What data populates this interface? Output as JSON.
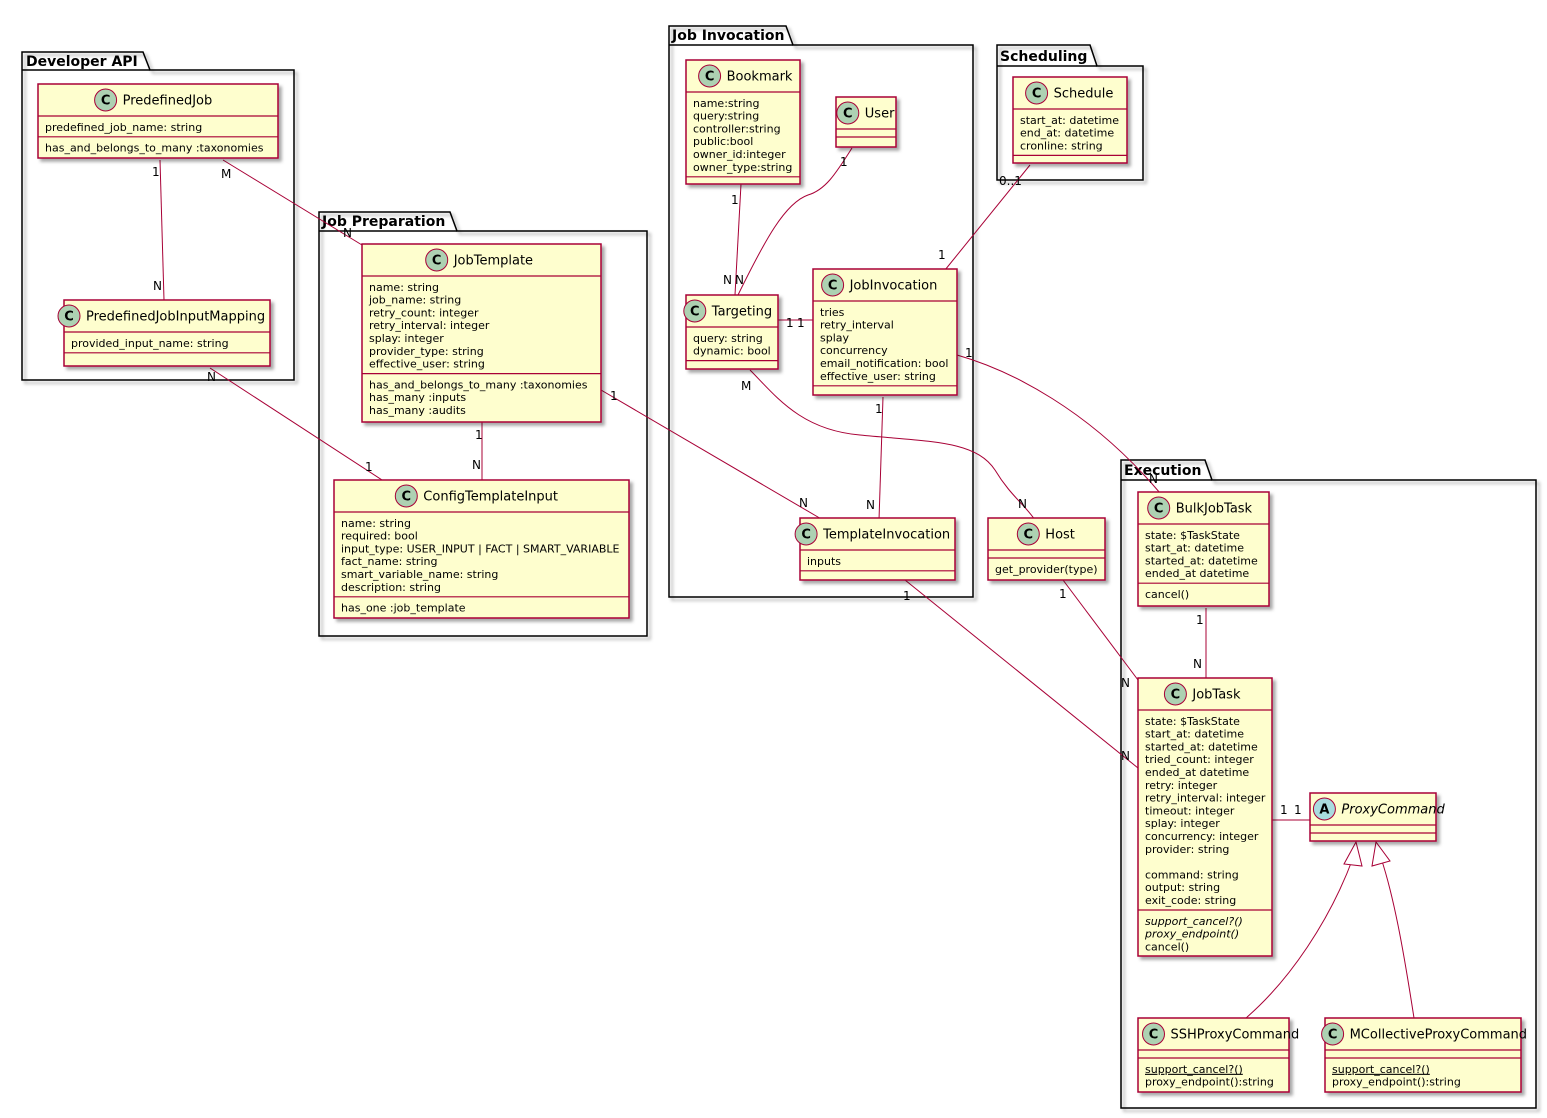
{
  "packages": {
    "developer_api": "Developer API",
    "job_preparation": "Job Preparation",
    "job_invocation": "Job Invocation",
    "scheduling": "Scheduling",
    "execution": "Execution"
  },
  "classes": {
    "predefined_job": {
      "name": "PredefinedJob",
      "attrs": [
        "predefined_job_name: string"
      ],
      "methods": [
        "has_and_belongs_to_many :taxonomies"
      ]
    },
    "predefined_job_input_mapping": {
      "name": "PredefinedJobInputMapping",
      "attrs": [
        "provided_input_name: string"
      ]
    },
    "job_template": {
      "name": "JobTemplate",
      "attrs": [
        "name: string",
        "job_name: string",
        "retry_count: integer",
        "retry_interval: integer",
        "splay: integer",
        "provider_type: string",
        "effective_user: string"
      ],
      "methods": [
        "has_and_belongs_to_many :taxonomies",
        "has_many :inputs",
        "has_many :audits"
      ]
    },
    "config_template_input": {
      "name": "ConfigTemplateInput",
      "attrs": [
        "name: string",
        "required: bool",
        "input_type: USER_INPUT | FACT | SMART_VARIABLE",
        "fact_name: string",
        "smart_variable_name: string",
        "description: string"
      ],
      "methods": [
        "has_one :job_template"
      ]
    },
    "bookmark": {
      "name": "Bookmark",
      "attrs": [
        "name:string",
        "query:string",
        "controller:string",
        "public:bool",
        "owner_id:integer",
        "owner_type:string"
      ]
    },
    "user": {
      "name": "User"
    },
    "targeting": {
      "name": "Targeting",
      "attrs": [
        "query: string",
        "dynamic: bool"
      ]
    },
    "job_invocation": {
      "name": "JobInvocation",
      "attrs": [
        "tries",
        "retry_interval",
        "splay",
        "concurrency",
        "email_notification: bool",
        "effective_user: string"
      ]
    },
    "template_invocation": {
      "name": "TemplateInvocation",
      "attrs": [
        "inputs"
      ]
    },
    "schedule": {
      "name": "Schedule",
      "attrs": [
        "start_at: datetime",
        "end_at: datetime",
        "cronline: string"
      ]
    },
    "host": {
      "name": "Host",
      "methods": [
        "get_provider(type)"
      ]
    },
    "bulk_job_task": {
      "name": "BulkJobTask",
      "attrs": [
        "state: $TaskState",
        "start_at: datetime",
        "started_at: datetime",
        "ended_at datetime"
      ],
      "methods": [
        "cancel()"
      ]
    },
    "job_task": {
      "name": "JobTask",
      "attrs": [
        "state: $TaskState",
        "start_at: datetime",
        "started_at: datetime",
        "tried_count: integer",
        "ended_at datetime",
        "retry: integer",
        "retry_interval: integer",
        "timeout: integer",
        "splay: integer",
        "concurrency: integer",
        "provider: string",
        "",
        "command: string",
        "output: string",
        "exit_code: string"
      ],
      "methods": [
        "support_cancel?()",
        "proxy_endpoint()",
        "cancel()"
      ]
    },
    "proxy_command": {
      "name": "ProxyCommand"
    },
    "ssh_proxy_command": {
      "name": "SSHProxyCommand",
      "methods": [
        "support_cancel?()",
        "proxy_endpoint():string"
      ]
    },
    "mcollective_proxy_command": {
      "name": "MCollectiveProxyCommand",
      "methods": [
        "support_cancel?()",
        "proxy_endpoint():string"
      ]
    }
  },
  "multiplicities": {
    "pj_pjim_a": "1",
    "pj_pjim_b": "N",
    "pj_jt_a": "M",
    "pj_jt_b": "N",
    "pjim_cti_a": "N",
    "pjim_cti_b": "1",
    "jt_cti_a": "1",
    "jt_cti_b": "N",
    "jt_ti_a": "1",
    "jt_ti_b": "N",
    "bm_tg_a": "1",
    "bm_tg_b": "N",
    "us_tg_a": "1",
    "us_tg_b": "N",
    "tg_ji_a": "1",
    "tg_ji_b": "1",
    "sc_ji_a": "0..1",
    "sc_ji_b": "1",
    "ji_ti_a": "1",
    "ji_ti_b": "N",
    "tg_host_a": "M",
    "tg_host_b": "N",
    "ji_bjt_a": "1",
    "ji_bjt_b": "N",
    "ti_jt_a": "1",
    "ti_jt_b": "N",
    "host_jt_a": "1",
    "host_jt_b": "N",
    "bjt_jt_a": "1",
    "bjt_jt_b": "N",
    "jt_pc_a": "1",
    "jt_pc_b": "1"
  },
  "stereotype_glyphs": {
    "class": "C",
    "abstract": "A"
  },
  "colors": {
    "class_fill": "#FEFECE",
    "class_border": "#A80036",
    "edge": "#A80036",
    "circle_class": "#ADD1B2",
    "circle_abstract": "#A9DCDF",
    "package_border": "#000000"
  }
}
